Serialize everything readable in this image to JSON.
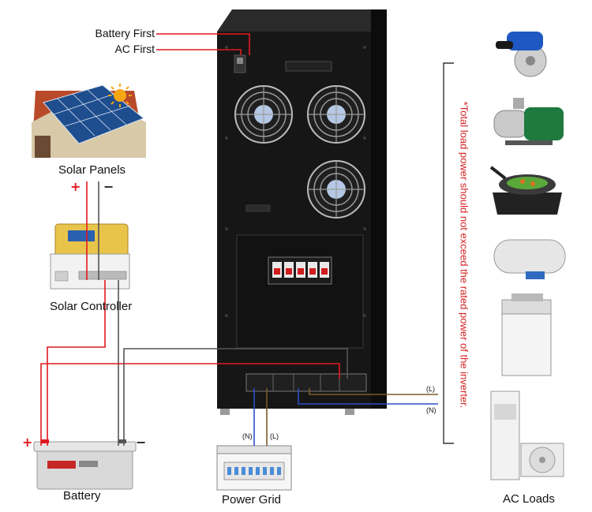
{
  "modes": {
    "battery_first": "Battery First",
    "ac_first": "AC First"
  },
  "components": {
    "solar_panels": "Solar Panels",
    "solar_controller": "Solar Controller",
    "battery": "Battery",
    "power_grid": "Power Grid",
    "ac_loads": "AC Loads"
  },
  "polarity": {
    "positive": "+",
    "negative": "−"
  },
  "wire_labels": {
    "live": "(L)",
    "neutral": "(N)"
  },
  "note": "*Total load power should not exceed the rated power of the inverter.",
  "colors": {
    "positive_wire": "#e0191f",
    "negative_wire": "#555555",
    "neutral_wire": "#2b4fc9",
    "live_wire": "#7a5a2a",
    "inverter_body": "#161616",
    "note": "#d62222"
  },
  "load_items": [
    "tile-cutter-icon",
    "water-pump-icon",
    "induction-cooker-icon",
    "water-heater-icon",
    "washing-machine-icon",
    "air-conditioner-icon"
  ]
}
